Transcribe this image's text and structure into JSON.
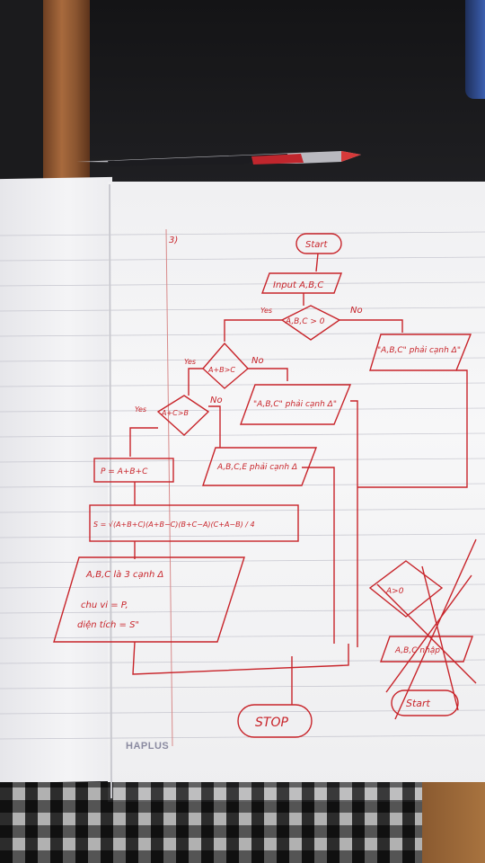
{
  "page": {
    "brand": "HAPLUS",
    "question_no": "3)"
  },
  "flowchart": {
    "start": "Start",
    "input": "Input A,B,C",
    "cond_abc_positive": "A,B,C > 0",
    "yes": "Yes",
    "no": "No",
    "output_not_triangle_1": "\"A,B,C\" phải cạnh Δ\"",
    "cond_ab_gt_c": "A+B>C",
    "output_not_triangle_2": "\"A,B,C\" phải cạnh Δ\"",
    "cond_ac_gt_b": "A+C>B",
    "output_not_triangle_3": "A,B,C,E phải cạnh Δ",
    "compute_perimeter": "P = A+B+C",
    "compute_area": "S = √(A+B+C)(A+B−C)(B+C−A)(C+A−B) / 4",
    "output_result_l1": "A,B,C là 3 cạnh Δ",
    "output_result_l2": "chu vi = P,",
    "output_result_l3": "diện tích = S\"",
    "stop": "STOP"
  },
  "crossed_out": {
    "cond": "A>0",
    "input": "A,B,C nhập",
    "start": "Start"
  }
}
